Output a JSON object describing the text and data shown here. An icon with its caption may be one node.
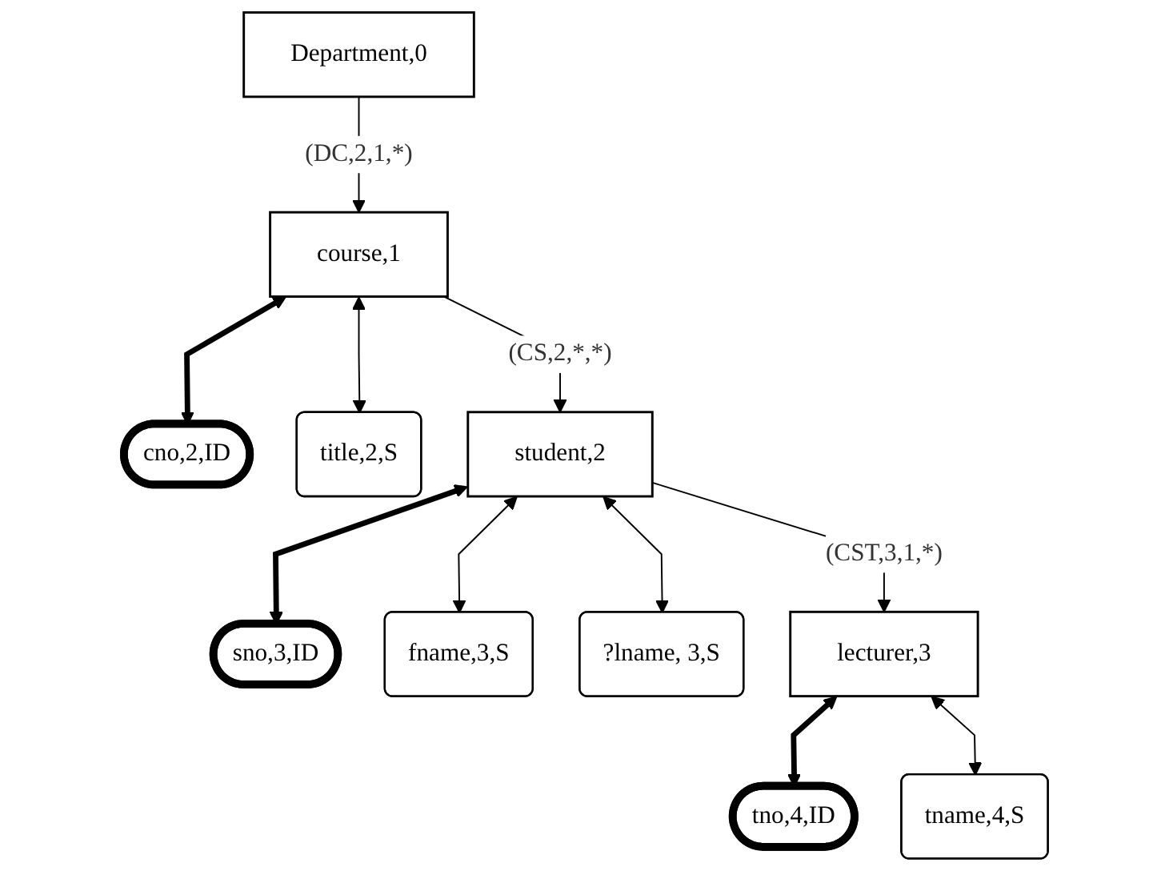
{
  "diagram": {
    "nodes": [
      {
        "text": [
          "Department,0"
        ]
      },
      {
        "text": [
          "course,1"
        ]
      },
      {
        "text": [
          "cno,2,ID"
        ]
      },
      {
        "text": [
          "title,2,S"
        ]
      },
      {
        "text": [
          "student,2"
        ]
      },
      {
        "text": [
          "sno,3,ID"
        ]
      },
      {
        "text": [
          "fname,3,S"
        ]
      },
      {
        "text": [
          "?lname, 3,S"
        ]
      },
      {
        "text": [
          "lecturer,3"
        ]
      },
      {
        "text": [
          "tno,4,ID"
        ]
      },
      {
        "text": [
          "tname,4,S"
        ]
      }
    ],
    "edges": [
      {
        "from": 0,
        "to": 1,
        "arrow": "to",
        "label": "(DC,2,1,*)"
      },
      {
        "from": 1,
        "to": 2,
        "arrow": "both",
        "style": "thick"
      },
      {
        "from": 1,
        "to": 3,
        "arrow": "both"
      },
      {
        "from": 1,
        "to": 4,
        "arrow": "to",
        "label": "(CS,2,*,*)"
      },
      {
        "from": 4,
        "to": 5,
        "arrow": "both",
        "style": "thick"
      },
      {
        "from": 4,
        "to": 6,
        "arrow": "both"
      },
      {
        "from": 4,
        "to": 7,
        "arrow": "both"
      },
      {
        "from": 4,
        "to": 8,
        "arrow": "to",
        "label": "(CST,3,1,*)"
      },
      {
        "from": 8,
        "to": 9,
        "arrow": "both",
        "style": "thick"
      },
      {
        "from": 8,
        "to": 10,
        "arrow": "both"
      }
    ]
  }
}
